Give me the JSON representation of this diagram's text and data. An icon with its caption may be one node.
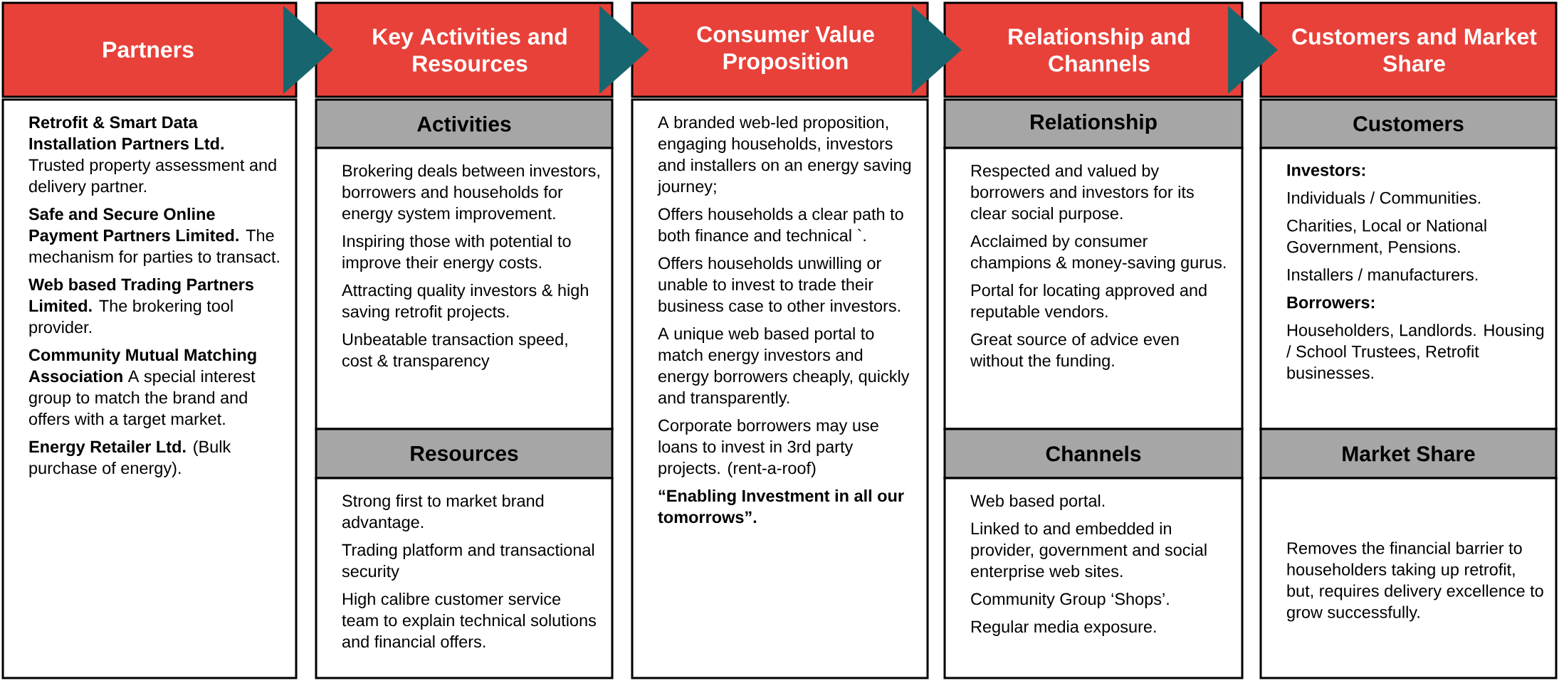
{
  "diagram": {
    "nodes": [
      {
        "text": [
          "Partners"
        ]
      },
      {
        "text": [
          "Key Activities and Resources"
        ]
      },
      {
        "text": [
          "Consumer Value Proposition"
        ]
      },
      {
        "text": [
          "Relationship and Channels"
        ]
      },
      {
        "text": [
          "Customers and Market Share"
        ]
      },
      {
        "text": [
          "**Retrofit & Smart Data Installation Partners Ltd.** Trusted property assessment and delivery partner.",
          "**Safe and Secure  Online Payment Partners Limited.** The mechanism for parties to transact.",
          "**Web based Trading Partners Limited.** The brokering tool provider.",
          "**Community Mutual Matching Association** A special interest group to match the brand and offers with a target market.",
          "**Energy Retailer Ltd.** (Bulk purchase of energy)."
        ]
      },
      {
        "text": [
          "Activities"
        ]
      },
      {
        "text": [
          "Brokering deals between investors, borrowers and households for energy system improvement.",
          "Inspiring those with potential to improve their energy costs.",
          "Attracting quality investors & high saving retrofit projects.",
          "Unbeatable transaction speed, cost & transparency"
        ]
      },
      {
        "text": [
          "Resources"
        ]
      },
      {
        "text": [
          "Strong first to market brand advantage.",
          "Trading platform and transactional security",
          "High calibre customer service team to explain technical solutions and financial offers."
        ]
      },
      {
        "text": [
          "A branded web-led proposition, engaging households, investors and installers on an energy saving journey;",
          "Offers households a clear path to both finance and technical `.",
          "Offers households unwilling or unable to invest to trade their business case to other investors.",
          "A unique web based portal to match energy investors and energy borrowers cheaply, quickly and transparently.",
          "Corporate borrowers may use loans to invest in 3rd party projects. (rent-a-roof)",
          "**“Enabling Investment in all our tomorrows”.**"
        ]
      },
      {
        "text": [
          "Relationship"
        ]
      },
      {
        "text": [
          "Respected and valued by borrowers and investors for its clear social purpose.",
          "Acclaimed by consumer champions & money-saving gurus.",
          "Portal for locating approved and reputable vendors.",
          "Great source of advice even without the funding."
        ]
      },
      {
        "text": [
          "Channels"
        ]
      },
      {
        "text": [
          "Web based portal.",
          "Linked to and embedded in provider, government and social enterprise web sites.",
          "Community Group ‘Shops’.",
          "Regular media exposure."
        ]
      },
      {
        "text": [
          "Customers"
        ]
      },
      {
        "text": [
          "**Investors:**",
          "Individuals / Communities.",
          "Charities, Local or National Government, Pensions.",
          "Installers / manufacturers.",
          "**Borrowers:**",
          "Householders, Landlords. Housing / School Trustees, Retrofit businesses."
        ]
      },
      {
        "text": [
          "Market Share"
        ]
      },
      {
        "text": [
          "Removes the financial barrier to householders taking up retrofit, but, requires delivery excellence to grow successfully."
        ]
      }
    ],
    "edges": [
      {
        "from": 0,
        "to": 1,
        "arrow": "to"
      },
      {
        "from": 1,
        "to": 2,
        "arrow": "to"
      },
      {
        "from": 2,
        "to": 3,
        "arrow": "to"
      },
      {
        "from": 3,
        "to": 4,
        "arrow": "to"
      }
    ]
  }
}
